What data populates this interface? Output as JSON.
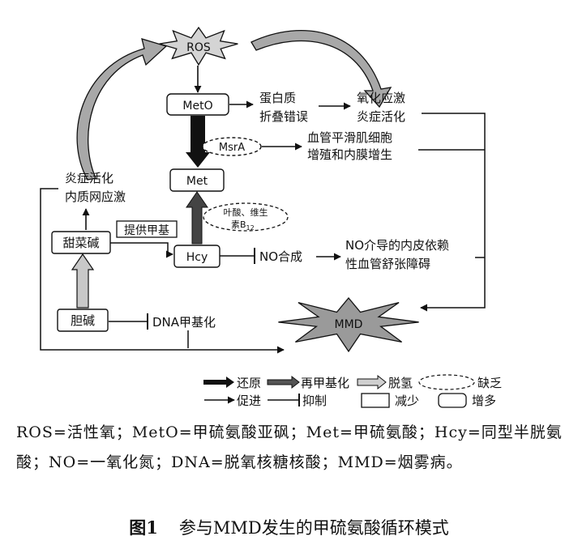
{
  "nodes": {
    "ros": "ROS",
    "meto": "MetO",
    "met": "Met",
    "hcy": "Hcy",
    "msra": "MsrA",
    "betaine": "甜菜碱",
    "choline": "胆碱",
    "mmd": "MMD",
    "folate_l1": "叶酸、维生",
    "folate_l2": "素B",
    "folate_sub": "12"
  },
  "labels": {
    "misfold_l1": "蛋白质",
    "misfold_l2": "折叠错误",
    "oxstress_l1": "氧化应激",
    "oxstress_l2": "炎症活化",
    "vsmc_l1": "血管平滑肌细胞",
    "vsmc_l2": "增殖和内膜增生",
    "inflam_l1": "炎症活化",
    "inflam_l2": "内质网应激",
    "methyl": "提供甲基",
    "no_synth": "NO合成",
    "no_dysf_l1": "NO介导的内皮依赖",
    "no_dysf_l2": "性血管舒张障碍",
    "dna_meth": "DNA甲基化"
  },
  "legend": {
    "reduce": "还原",
    "remethyl": "再甲基化",
    "demethyl": "脱氢",
    "lack": "缺乏",
    "promote": "促进",
    "inhibit": "抑制",
    "decrease": "减少",
    "increase": "增多"
  },
  "caption": {
    "abbreviations": "ROS=活性氧；MetO=甲硫氨酸亚砜；Met=甲硫氨酸；Hcy=同型半胱氨酸；NO=一氧化氮；DNA=脱氧核糖核酸；MMD=烟雾病。",
    "figure_no": "图1",
    "figure_title": "参与MMD发生的甲硫氨酸循环模式"
  }
}
